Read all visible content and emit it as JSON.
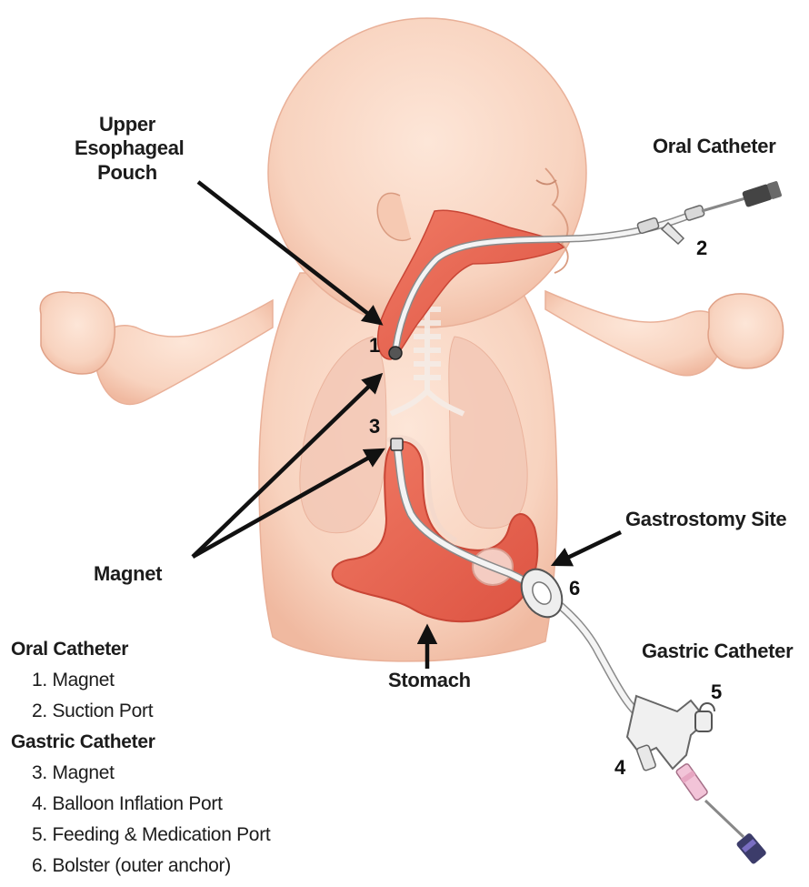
{
  "labels": {
    "upper_pouch": [
      "Upper",
      "Esophageal",
      "Pouch"
    ],
    "oral_catheter": "Oral Catheter",
    "magnet": "Magnet",
    "gastrostomy_site": "Gastrostomy Site",
    "gastric_catheter": "Gastric Catheter",
    "stomach": "Stomach"
  },
  "numbers": {
    "n1": "1",
    "n2": "2",
    "n3": "3",
    "n4": "4",
    "n5": "5",
    "n6": "6"
  },
  "legend": {
    "groups": [
      {
        "title": "Oral Catheter",
        "items": [
          "1. Magnet",
          "2. Suction Port"
        ]
      },
      {
        "title": "Gastric Catheter",
        "items": [
          "3. Magnet",
          "4. Balloon Inflation Port",
          "5. Feeding & Medication Port",
          "6. Bolster (outer anchor)"
        ]
      }
    ]
  },
  "colors": {
    "skin": "#f9d7c4",
    "skin_shadow": "#efb79e",
    "organ": "#e9604e",
    "lung": "#f2c2b0",
    "catheter": "#f4f4f4",
    "catheter_outline": "#8a8a8a",
    "text": "#1c1c1c"
  }
}
